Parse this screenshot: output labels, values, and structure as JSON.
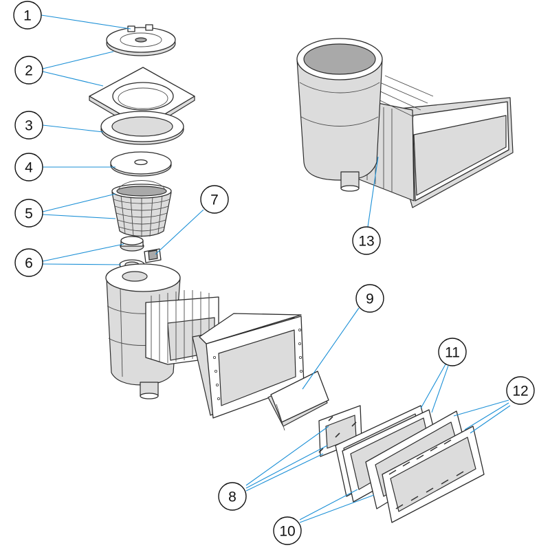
{
  "diagram": {
    "accent_color": "#1a8fd6",
    "line_color": "#2b2b2b",
    "callouts": [
      {
        "id": "1",
        "label": "1"
      },
      {
        "id": "2",
        "label": "2"
      },
      {
        "id": "3",
        "label": "3"
      },
      {
        "id": "4",
        "label": "4"
      },
      {
        "id": "5",
        "label": "5"
      },
      {
        "id": "6",
        "label": "6"
      },
      {
        "id": "7",
        "label": "7"
      },
      {
        "id": "8",
        "label": "8"
      },
      {
        "id": "9",
        "label": "9"
      },
      {
        "id": "10",
        "label": "10"
      },
      {
        "id": "11",
        "label": "11"
      },
      {
        "id": "12",
        "label": "12"
      },
      {
        "id": "13",
        "label": "13"
      }
    ]
  }
}
